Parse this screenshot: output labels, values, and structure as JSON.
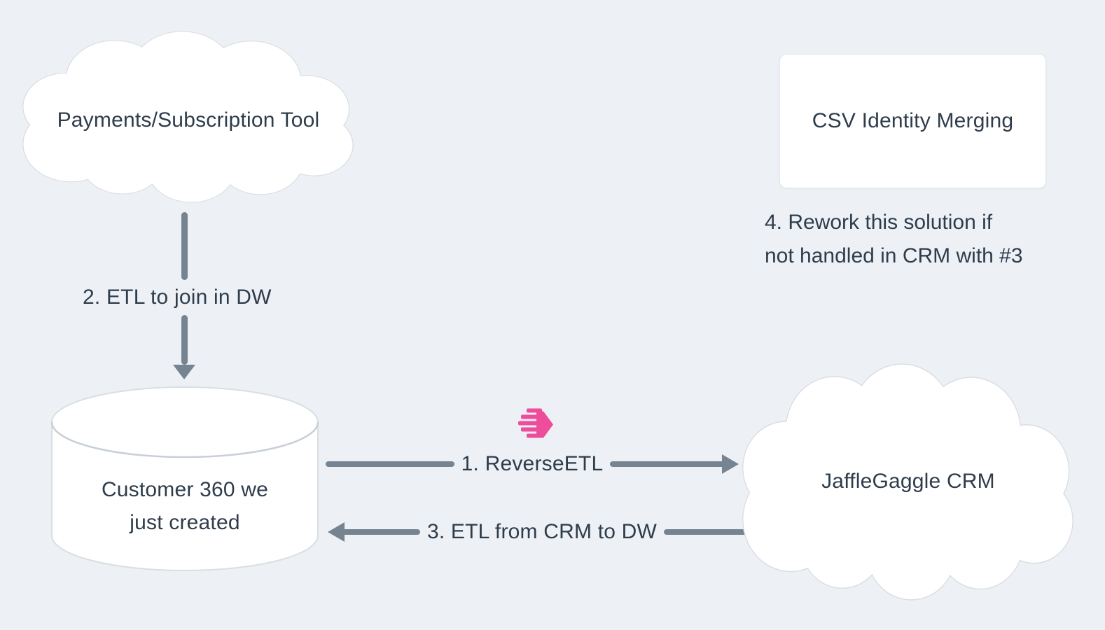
{
  "colors": {
    "bg": "#edf1f5",
    "text": "#2e3c4b",
    "arrow": "#768491",
    "node_stroke": "#d9dee3",
    "node_fill": "#ffffff",
    "census_pink": "#ee4d9b"
  },
  "nodes": {
    "payments_tool": {
      "label": "Payments/Subscription Tool",
      "shape": "cloud"
    },
    "csv_identity_merging": {
      "label": "CSV Identity Merging",
      "shape": "rounded-rectangle"
    },
    "customer_360_db": {
      "line1": "Customer 360 we",
      "line2": "just created",
      "shape": "database-cylinder"
    },
    "jafflegaggle_crm": {
      "label": "JaffleGaggle CRM",
      "shape": "cloud"
    }
  },
  "edges": {
    "reverse_etl": {
      "label": "1. ReverseETL",
      "direction": "warehouse-to-crm"
    },
    "etl_to_join": {
      "label": "2. ETL to join in DW",
      "direction": "payments-tool-to-warehouse"
    },
    "etl_from_crm": {
      "label": "3. ETL from CRM to DW",
      "direction": "crm-to-warehouse"
    }
  },
  "annotations": {
    "rework_note": {
      "line1": "4. Rework this solution if",
      "line2": "not handled in CRM with #3"
    }
  },
  "icons": {
    "reverse_etl_logo": "census-logo"
  }
}
